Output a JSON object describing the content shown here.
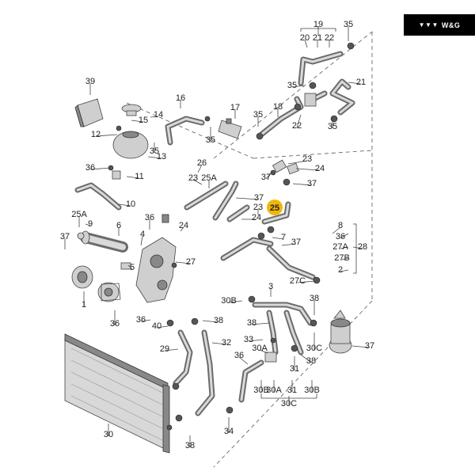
{
  "brand": {
    "text": "W&G",
    "mark": "▼▼▼"
  },
  "highlight": {
    "number": "25",
    "color": "#f2b705"
  },
  "labels": [
    "19",
    "35",
    "20",
    "21",
    "22",
    "39",
    "35",
    "21",
    "14",
    "16",
    "17",
    "18",
    "15",
    "12",
    "35",
    "35",
    "35",
    "22",
    "35",
    "13",
    "23",
    "24",
    "36",
    "11",
    "26",
    "23",
    "25A",
    "37",
    "37",
    "10",
    "37",
    "23",
    "24",
    "25A",
    "9",
    "36",
    "6",
    "8",
    "24",
    "37",
    "4",
    "7",
    "37",
    "36",
    "27A",
    "27B",
    "28",
    "27",
    "5",
    "2",
    "27C",
    "36",
    "1",
    "3",
    "30B",
    "38",
    "36",
    "40",
    "38",
    "38",
    "30C",
    "37",
    "29",
    "32",
    "33",
    "36",
    "30A",
    "31",
    "38",
    "30B",
    "30A",
    "31",
    "30B",
    "30C",
    "30",
    "34",
    "38",
    "38"
  ]
}
